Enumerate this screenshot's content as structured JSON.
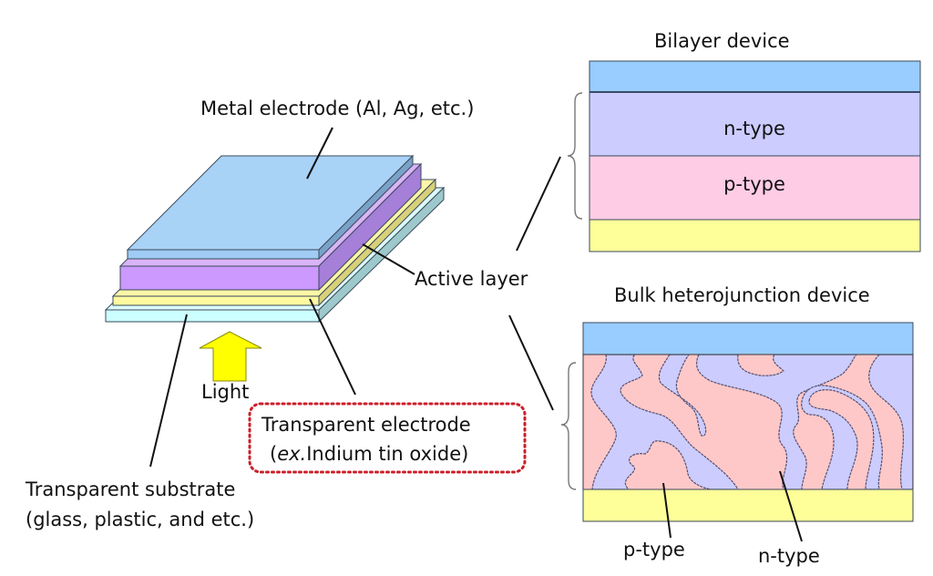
{
  "colors": {
    "metal_top": "#a9d2f7",
    "metal_front": "#9fcbf5",
    "metal_side": "#7aa2c8",
    "active_top": "#d9b4f7",
    "active_front": "#cc99ff",
    "active_side": "#a57fd8",
    "ito_top": "#fdf6a6",
    "ito_front": "#fff9a0",
    "ito_side": "#d8d07a",
    "substrate_top": "#dcfcfd",
    "substrate_front": "#ccffff",
    "substrate_side": "#9ec9cc",
    "electrode_blue": "#99ccff",
    "n_type": "#ccccff",
    "p_type_bilayer": "#ffcce6",
    "p_type_bhj": "#ffc8c8",
    "bottom_yellow": "#ffff99",
    "light_arrow": "#ffff00",
    "callout_border": "#cc1f2a"
  },
  "stack": {
    "metal_label": "Metal electrode (Al, Ag, etc.)",
    "active_label": "Active layer",
    "light_label": "Light",
    "ito_callout_line1": "Transparent electrode",
    "ito_callout_prefix": "(",
    "ito_callout_italic": "ex.",
    "ito_callout_rest": "Indium tin oxide)",
    "substrate_line1": "Transparent substrate",
    "substrate_line2": "(glass, plastic, and etc.)"
  },
  "bilayer": {
    "title": "Bilayer device",
    "n_label": "n-type",
    "p_label": "p-type"
  },
  "bhj": {
    "title": "Bulk heterojunction device",
    "p_label": "p-type",
    "n_label": "n-type"
  }
}
